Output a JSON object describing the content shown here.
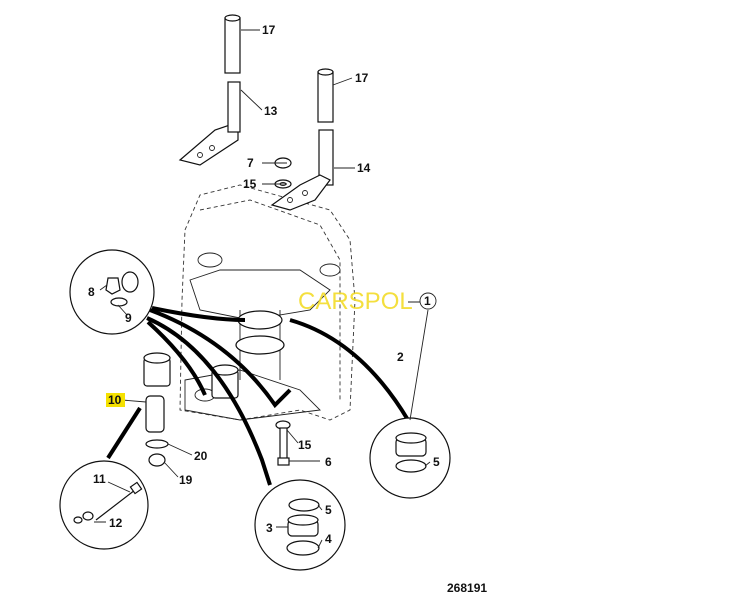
{
  "diagram": {
    "drawing_number": "268191",
    "watermark": "CARSPOL",
    "callouts": {
      "c17a": "17",
      "c17b": "17",
      "c13": "13",
      "c7": "7",
      "c15a": "15",
      "c14": "14",
      "c1": "1",
      "c8": "8",
      "c9": "9",
      "c2": "2",
      "c10": "10",
      "c20": "20",
      "c15b": "15",
      "c6": "6",
      "c5a": "5",
      "c19": "19",
      "c11": "11",
      "c12": "12",
      "c5b": "5",
      "c3": "3",
      "c4": "4"
    },
    "highlight_color": "#f5e100"
  }
}
